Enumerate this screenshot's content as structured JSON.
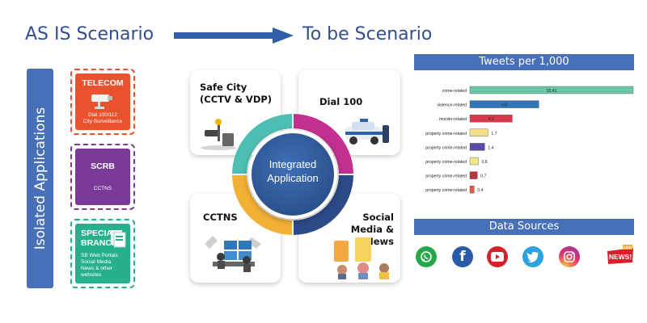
{
  "header": {
    "left": "AS IS Scenario",
    "right": "To be Scenario"
  },
  "isolated": {
    "label": "Isolated Applications",
    "cards": [
      {
        "title": "TELECOM",
        "sub": "Dial 100/112\nCity Surveillance",
        "color": "#e8522e"
      },
      {
        "title": "SCRB",
        "sub": "CCTNS",
        "color": "#7b3a9a"
      },
      {
        "title": "SPECIAL BRANCH",
        "sub": "SB Web Portals\nSocial Media\nNews & other websites",
        "color": "#27b08c"
      }
    ]
  },
  "integrated": {
    "center": "Integrated Application",
    "tiles": {
      "safe_city": "Safe City (CCTV & VDP)",
      "dial100": "Dial 100",
      "cctns": "CCTNS",
      "social": "Social Media & News"
    }
  },
  "tweets": {
    "title": "Tweets per 1,000"
  },
  "chart_data": {
    "type": "bar",
    "orientation": "horizontal",
    "title": "Tweets per 1,000",
    "categories": [
      "crime-related",
      "violence-related",
      "murder-related",
      "property crime-related",
      "property crime-related",
      "property crime-related",
      "property crime-related",
      "property crime-related"
    ],
    "values": [
      15.41,
      6.5,
      4.0,
      1.7,
      1.4,
      0.8,
      0.7,
      0.4
    ],
    "labels": [
      "15.41",
      "6.5",
      "4.0",
      "1.7",
      "1.4",
      "0.8",
      "0.7",
      "0.4"
    ],
    "colors": [
      "#6cc6a9",
      "#2f77b8",
      "#d63a4a",
      "#f4df8e",
      "#5e4aa6",
      "#f0e68a",
      "#b8343f",
      "#e05a45"
    ],
    "xlim": [
      0,
      15.41
    ],
    "grid": false,
    "legend": false
  },
  "sources": {
    "title": "Data Sources",
    "items": [
      {
        "name": "whatsapp",
        "color": "#25a84a"
      },
      {
        "name": "facebook",
        "color": "#2a5ba8"
      },
      {
        "name": "youtube",
        "color": "#d6212a"
      },
      {
        "name": "twitter",
        "color": "#2aa3e0"
      },
      {
        "name": "instagram",
        "color": "#c72f8a"
      }
    ],
    "news_badge": "NEWS!",
    "live": "LIVE"
  }
}
